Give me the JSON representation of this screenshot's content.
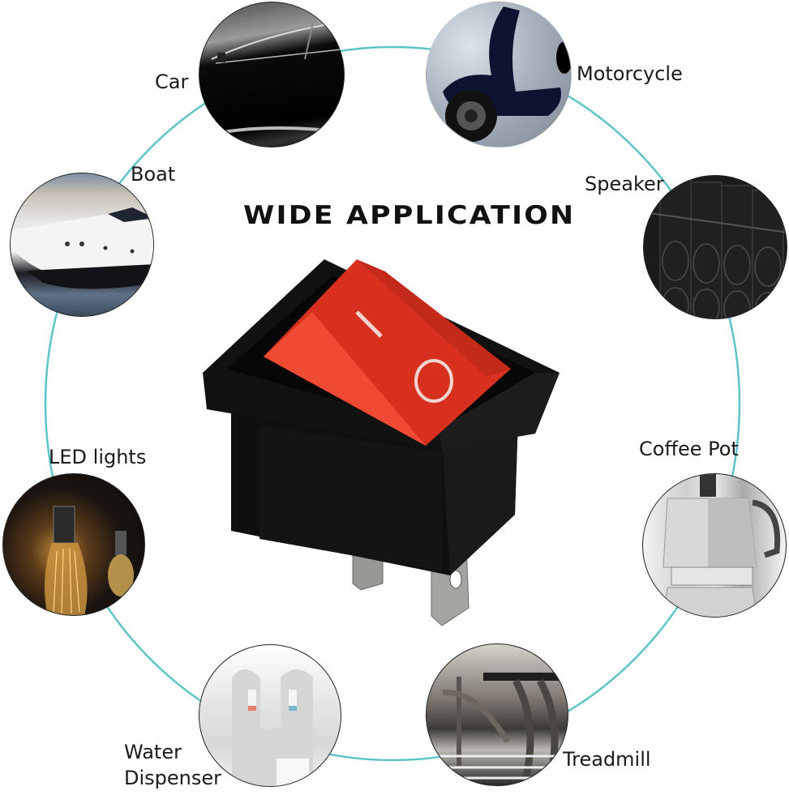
{
  "headline": "WIDE APPLICATION",
  "colors": {
    "ring": "#5fc4c8",
    "switch_rocker": "#e0301e",
    "switch_housing": "#111111",
    "terminal": "#9a9894",
    "text": "#1a1a1a"
  },
  "product": {
    "name": "rocker switch",
    "on_symbol": "I",
    "off_symbol": "O"
  },
  "applications": [
    {
      "label": "Car",
      "icon": "car-image"
    },
    {
      "label": "Motorcycle",
      "icon": "motorcycle-image"
    },
    {
      "label": "Boat",
      "icon": "boat-image"
    },
    {
      "label": "Speaker",
      "icon": "speaker-image"
    },
    {
      "label": "LED lights",
      "icon": "led-bulb-image"
    },
    {
      "label": "Coffee Pot",
      "icon": "coffee-pot-image"
    },
    {
      "label": "Water Dispenser",
      "label_lines": [
        "Water",
        "Dispenser"
      ],
      "icon": "water-dispenser-image"
    },
    {
      "label": "Treadmill",
      "icon": "treadmill-image"
    }
  ]
}
